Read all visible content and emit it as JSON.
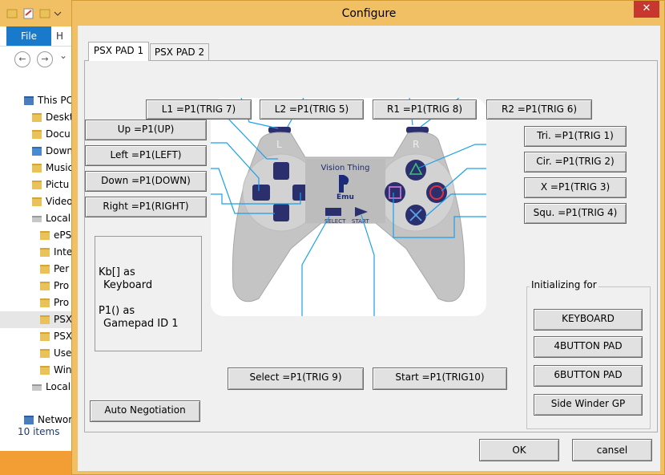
{
  "explorer": {
    "file_tab": "File",
    "home_tab": "H",
    "back_glyph": "←",
    "forward_glyph": "→",
    "dropdown_glyph": "⌄",
    "tree": [
      {
        "label": "This PC",
        "icon": "computer-icon"
      },
      {
        "label": "Deskt",
        "icon": "folder-icon"
      },
      {
        "label": "Docu",
        "icon": "folder-icon"
      },
      {
        "label": "Down",
        "icon": "download-icon"
      },
      {
        "label": "Music",
        "icon": "folder-icon"
      },
      {
        "label": "Pictu",
        "icon": "folder-icon"
      },
      {
        "label": "Video",
        "icon": "folder-icon"
      },
      {
        "label": "Local",
        "icon": "drive-icon"
      },
      {
        "label": "ePS",
        "icon": "folder-icon"
      },
      {
        "label": "Inte",
        "icon": "folder-icon"
      },
      {
        "label": "Per",
        "icon": "folder-icon"
      },
      {
        "label": "Pro",
        "icon": "folder-icon"
      },
      {
        "label": "Pro",
        "icon": "folder-icon"
      },
      {
        "label": "PSX",
        "icon": "folder-icon"
      },
      {
        "label": "PSX",
        "icon": "folder-icon"
      },
      {
        "label": "Use",
        "icon": "folder-icon"
      },
      {
        "label": "Win",
        "icon": "folder-icon"
      },
      {
        "label": "Local",
        "icon": "drive-icon"
      },
      {
        "label": "Networ",
        "icon": "network-icon"
      }
    ],
    "status": "10 items"
  },
  "dialog": {
    "title": "Configure",
    "close_glyph": "✕",
    "tabs": [
      "PSX PAD 1",
      "PSX PAD 2"
    ],
    "shoulder": {
      "l1": "L1 =P1(TRIG 7)",
      "l2": "L2 =P1(TRIG 5)",
      "r1": "R1 =P1(TRIG 8)",
      "r2": "R2 =P1(TRIG 6)"
    },
    "dpad": {
      "up": "Up =P1(UP)",
      "left": "Left =P1(LEFT)",
      "down": "Down =P1(DOWN)",
      "right": "Right =P1(RIGHT)"
    },
    "face": {
      "tri": "Tri. =P1(TRIG 1)",
      "cir": "Cir. =P1(TRIG 2)",
      "x": "X =P1(TRIG 3)",
      "squ": "Squ. =P1(TRIG 4)"
    },
    "select": "Select =P1(TRIG 9)",
    "start": "Start =P1(TRIG10)",
    "info": {
      "line1": "Kb[] as",
      "line2": "Keyboard",
      "line3": "P1() as",
      "line4": "Gamepad ID 1"
    },
    "auto_negotiation": "Auto Negotiation",
    "init_group": {
      "title": "Initializing for",
      "buttons": [
        "KEYBOARD",
        "4BUTTON PAD",
        "6BUTTON PAD",
        "Side Winder GP"
      ]
    },
    "ok": "OK",
    "cancel": "cansel",
    "pad_art": {
      "brand_top": "Vision Thing",
      "brand_bottom": "Emu",
      "select_label": "SELECT",
      "start_label": "START",
      "l_label": "L",
      "r_label": "R"
    }
  },
  "colors": {
    "title_bar": "#f2c064",
    "close": "#c7372f",
    "dialog_bg": "#f0f0f0",
    "file_tab": "#1979ca",
    "connector_line": "#1aa0e8",
    "pad_body": "#c0c0c0",
    "pad_buttons": "#2b2f6e"
  }
}
